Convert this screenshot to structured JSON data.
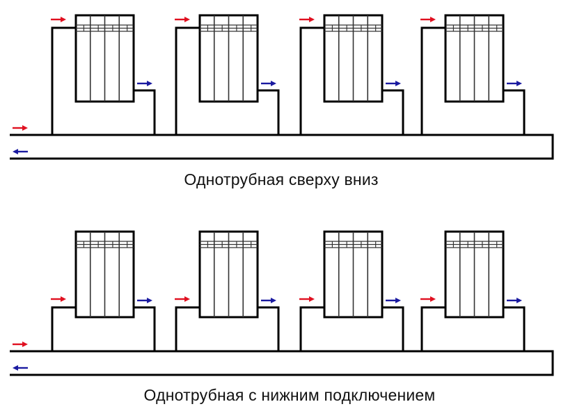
{
  "colors": {
    "line": "#000000",
    "supply_arrow": "#e01020",
    "return_arrow": "#1a1aa0",
    "background": "#ffffff"
  },
  "diagrams": [
    {
      "id": "top-down",
      "caption": "Однотрубная сверху вниз",
      "connection": "top-inlet-bottom-outlet",
      "radiator_count": 4,
      "radiator_sections": 4
    },
    {
      "id": "bottom",
      "caption": "Однотрубная с нижним подключением",
      "connection": "bottom-inlet-bottom-outlet",
      "radiator_count": 4,
      "radiator_sections": 4
    }
  ],
  "icons": {
    "supply": "red-arrow-right-icon",
    "return": "blue-arrow-right-icon",
    "main_return": "blue-arrow-left-icon"
  }
}
